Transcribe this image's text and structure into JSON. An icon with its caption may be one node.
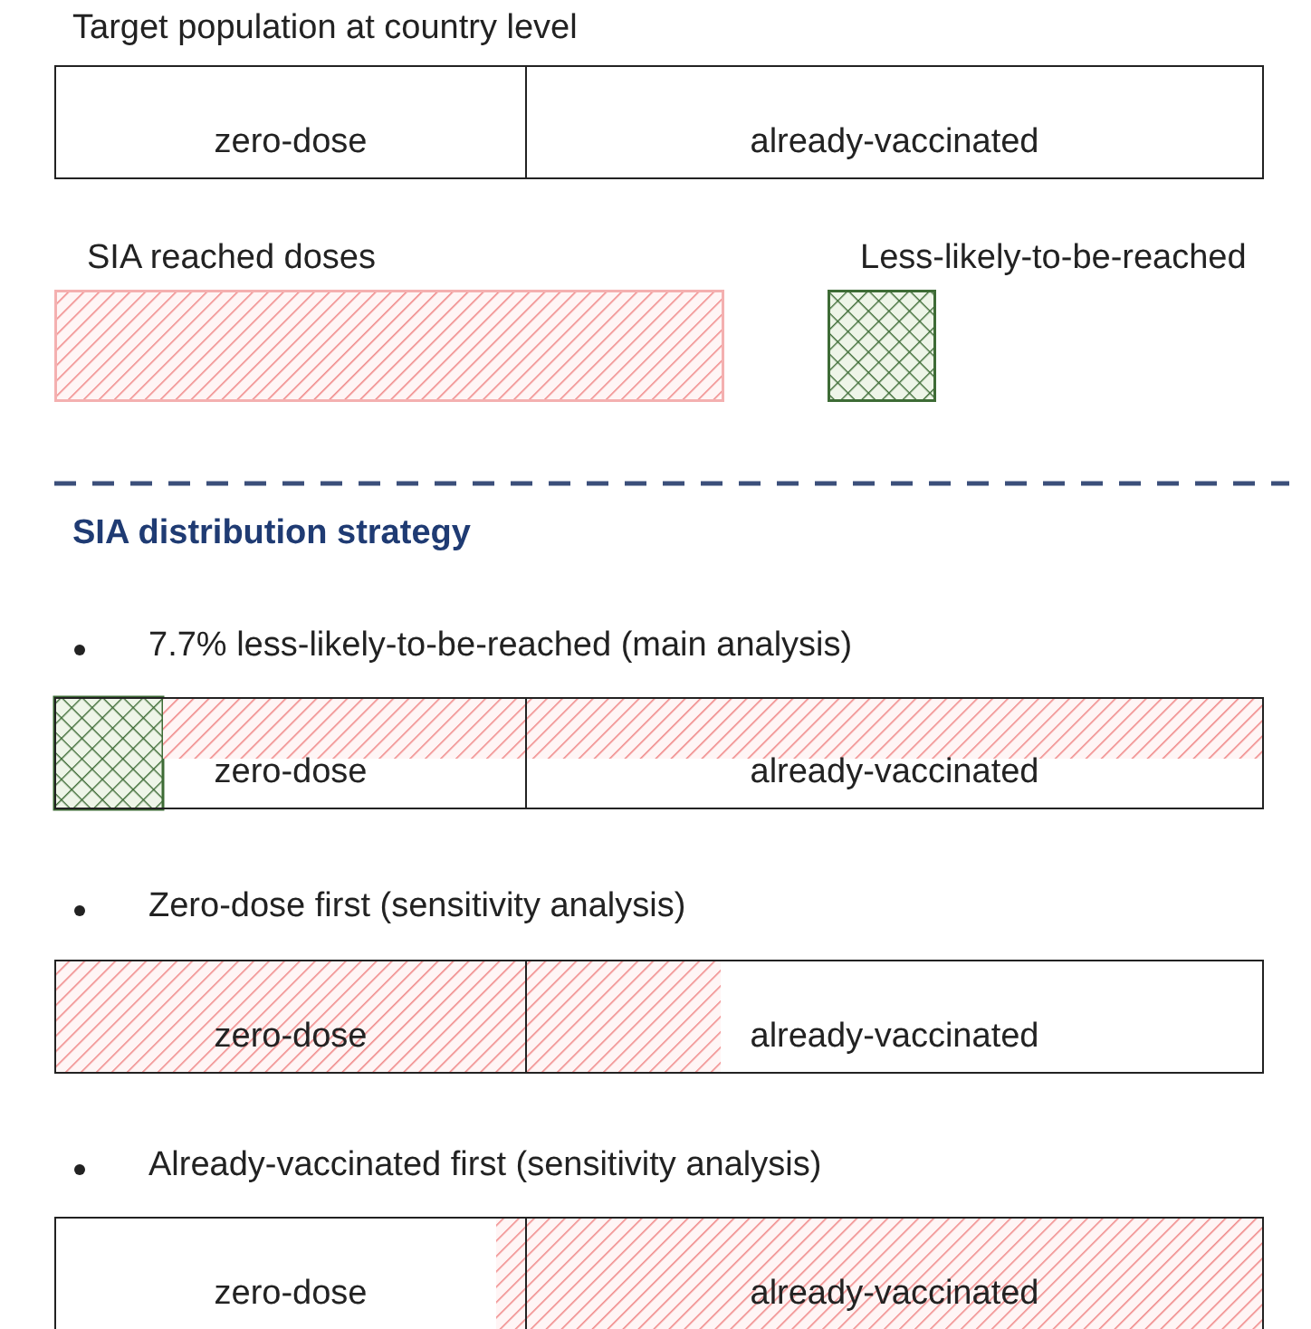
{
  "diagram": {
    "nodes": [
      {
        "text": [
          "zero-dose"
        ]
      },
      {
        "text": [
          "already-vaccinated"
        ]
      },
      {
        "text": [
          "SIA reached doses"
        ]
      },
      {
        "text": [
          "Less-likely-to-be-reached"
        ]
      },
      {
        "text": [
          "zero-dose"
        ]
      },
      {
        "text": [
          "already-vaccinated"
        ]
      },
      {
        "text": [
          "zero-dose"
        ]
      },
      {
        "text": [
          "already-vaccinated"
        ]
      },
      {
        "text": [
          "zero-dose"
        ]
      },
      {
        "text": [
          "already-vaccinated"
        ]
      }
    ],
    "labels": [
      "Target population at country level",
      "SIA distribution strategy",
      "7.7% less-likely-to-be-reached (main analysis)",
      "Zero-dose first (sensitivity analysis)",
      "Already-vaccinated first (sensitivity analysis)"
    ]
  }
}
